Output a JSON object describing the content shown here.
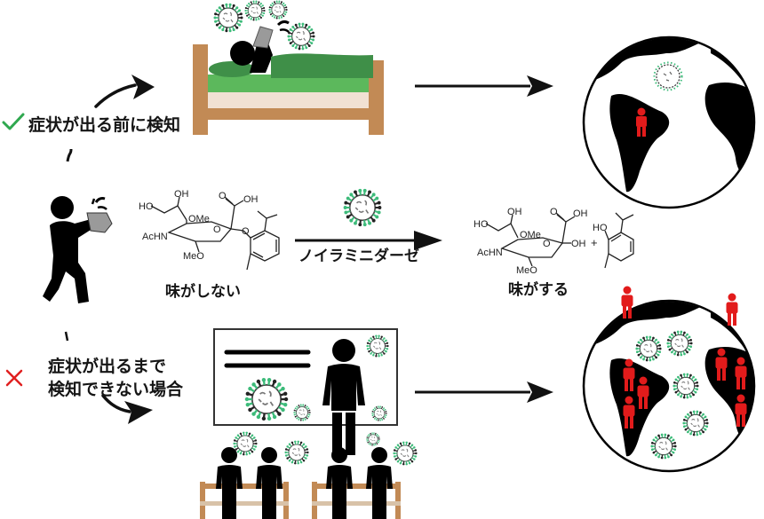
{
  "diagram": {
    "title": "",
    "top_path": {
      "check_icon": "checkmark",
      "check_color": "#2fa84f",
      "label": "症状が出る前に検知",
      "scene": "sick person resting in bed",
      "outcome": "globe with single infected person"
    },
    "bottom_path": {
      "cross_icon": "x-mark",
      "cross_color": "#e02020",
      "label_line1": "症状が出るまで",
      "label_line2": "検知できない場合",
      "scene": "infected teacher in classroom spreading virus",
      "outcome": "globe with many infected people"
    },
    "reaction": {
      "substrate_label": "味がしない",
      "enzyme_label": "ノイラミニダーゼ",
      "product_label": "味がする",
      "plus_sign": "+",
      "substrate_atoms": {
        "ho1": "HO",
        "oh1": "OH",
        "cooh": "OH",
        "carbonyl_o": "O",
        "ome": "OMe",
        "achn": "AcHN",
        "meo": "MeO",
        "ring_o": "O",
        "aryl_o": "O"
      },
      "product_atoms": {
        "ho1": "HO",
        "oh1": "OH",
        "cooh": "OH",
        "carbonyl_o": "O",
        "ome": "OMe",
        "achn": "AcHN",
        "meo": "MeO",
        "ring_o": "O",
        "anomeric_oh": "OH",
        "phenol_ho": "HO"
      }
    },
    "colors": {
      "bed_frame": "#c28a55",
      "blanket_dark": "#3f8f48",
      "blanket_light": "#5cb85c",
      "mattress": "#f1e1d3",
      "virus_spike_green": "#3dbb7a",
      "infected_person": "#e21b1b"
    }
  }
}
